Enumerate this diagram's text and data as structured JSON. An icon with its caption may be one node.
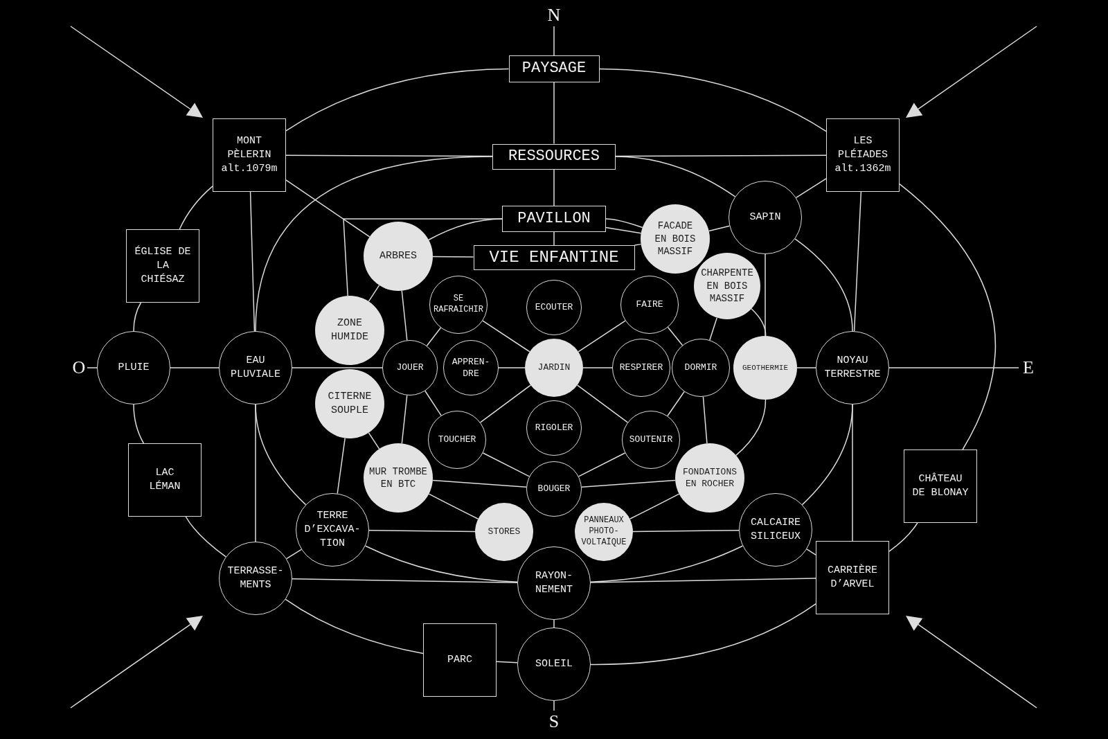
{
  "diagram": {
    "nodes": [
      {
        "text": [
          "PAYSAGE"
        ]
      },
      {
        "text": [
          "MONT PÈLERIN alt.1079m"
        ]
      },
      {
        "text": [
          "RESSOURCES"
        ]
      },
      {
        "text": [
          "LES PLÉIADES alt.1362m"
        ]
      },
      {
        "text": [
          "SAPIN"
        ]
      },
      {
        "text": [
          "PAVILLON"
        ]
      },
      {
        "text": [
          "FACADE EN BOIS MASSIF"
        ]
      },
      {
        "text": [
          "ÉGLISE DE LA CHIÉSAZ"
        ]
      },
      {
        "text": [
          "ARBRES"
        ]
      },
      {
        "text": [
          "VIE ENFANTINE"
        ]
      },
      {
        "text": [
          "CHARPENTE EN BOIS MASSIF"
        ]
      },
      {
        "text": [
          "FAIRE"
        ]
      },
      {
        "text": [
          "SE RAFRAICHIR"
        ]
      },
      {
        "text": [
          "ECOUTER"
        ]
      },
      {
        "text": [
          "ZONE HUMIDE"
        ]
      },
      {
        "text": [
          "PLUIE"
        ]
      },
      {
        "text": [
          "EAU PLUVIALE"
        ]
      },
      {
        "text": [
          "JOUER"
        ]
      },
      {
        "text": [
          "APPREN- DRE"
        ]
      },
      {
        "text": [
          "JARDIN"
        ]
      },
      {
        "text": [
          "RESPIRER"
        ]
      },
      {
        "text": [
          "DORMIR"
        ]
      },
      {
        "text": [
          "GEOTHERMIE"
        ]
      },
      {
        "text": [
          "NOYAU TERRESTRE"
        ]
      },
      {
        "text": [
          "CITERNE SOUPLE"
        ]
      },
      {
        "text": [
          "RIGOLER"
        ]
      },
      {
        "text": [
          "TOUCHER"
        ]
      },
      {
        "text": [
          "SOUTENIR"
        ]
      },
      {
        "text": [
          "MUR TROMBE EN BTC"
        ]
      },
      {
        "text": [
          "BOUGER"
        ]
      },
      {
        "text": [
          "FONDATIONS EN ROCHER"
        ]
      },
      {
        "text": [
          "LAC LÉMAN"
        ]
      },
      {
        "text": [
          "CHÂTEAU DE BLONAY"
        ]
      },
      {
        "text": [
          "TERRE D’EXCAVA- TION"
        ]
      },
      {
        "text": [
          "STORES"
        ]
      },
      {
        "text": [
          "PANNEAUX PHOTO- VOLTAÏQUE"
        ]
      },
      {
        "text": [
          "CALCAIRE SILICEUX"
        ]
      },
      {
        "text": [
          "TERRASSE- MENTS"
        ]
      },
      {
        "text": [
          "RAYON- NEMENT"
        ]
      },
      {
        "text": [
          "CARRIÈRE D’ARVEL"
        ]
      },
      {
        "text": [
          "PARC"
        ]
      },
      {
        "text": [
          "SOLEIL"
        ]
      }
    ],
    "edges": [
      {
        "from": 0,
        "to": 2,
        "arrow": "none"
      },
      {
        "from": 2,
        "to": 5,
        "arrow": "none"
      },
      {
        "from": 5,
        "to": 9,
        "arrow": "none"
      },
      {
        "from": 1,
        "to": 2,
        "arrow": "none"
      },
      {
        "from": 2,
        "to": 3,
        "arrow": "none"
      },
      {
        "from": 1,
        "to": 0,
        "arrow": "none"
      },
      {
        "from": 0,
        "to": 3,
        "arrow": "none"
      },
      {
        "from": 1,
        "to": 8,
        "arrow": "none"
      },
      {
        "from": 5,
        "to": 14,
        "arrow": "none"
      },
      {
        "from": 5,
        "to": 8,
        "arrow": "none"
      },
      {
        "from": 5,
        "to": 6,
        "arrow": "none"
      },
      {
        "from": 5,
        "to": 6,
        "arrow": "none"
      },
      {
        "from": 6,
        "to": 4,
        "arrow": "none"
      },
      {
        "from": 4,
        "to": 3,
        "arrow": "none"
      },
      {
        "from": 9,
        "to": 8,
        "arrow": "none"
      },
      {
        "from": 9,
        "to": 6,
        "arrow": "none"
      },
      {
        "from": 16,
        "to": 2,
        "arrow": "none"
      },
      {
        "from": 2,
        "to": 4,
        "arrow": "none"
      },
      {
        "from": 1,
        "to": 7,
        "arrow": "none"
      },
      {
        "from": 7,
        "to": 15,
        "arrow": "none"
      },
      {
        "from": 15,
        "to": 31,
        "arrow": "none"
      },
      {
        "from": 31,
        "to": 37,
        "arrow": "none"
      },
      {
        "from": 37,
        "to": 40,
        "arrow": "none"
      },
      {
        "from": 40,
        "to": 41,
        "arrow": "none"
      },
      {
        "from": 41,
        "to": 39,
        "arrow": "none"
      },
      {
        "from": 39,
        "to": 32,
        "arrow": "none"
      },
      {
        "from": 32,
        "to": 3,
        "arrow": "none"
      },
      {
        "from": 1,
        "to": 16,
        "arrow": "none"
      },
      {
        "from": 16,
        "to": 37,
        "arrow": "none"
      },
      {
        "from": 3,
        "to": 23,
        "arrow": "none"
      },
      {
        "from": 23,
        "to": 39,
        "arrow": "none"
      },
      {
        "from": 15,
        "to": 16,
        "arrow": "none"
      },
      {
        "from": 16,
        "to": 17,
        "arrow": "none"
      },
      {
        "from": 8,
        "to": 14,
        "arrow": "none"
      },
      {
        "from": 8,
        "to": 17,
        "arrow": "none"
      },
      {
        "from": 12,
        "to": 17,
        "arrow": "none"
      },
      {
        "from": 12,
        "to": 19,
        "arrow": "none"
      },
      {
        "from": 17,
        "to": 28,
        "arrow": "none"
      },
      {
        "from": 17,
        "to": 26,
        "arrow": "none"
      },
      {
        "from": 24,
        "to": 28,
        "arrow": "none"
      },
      {
        "from": 24,
        "to": 33,
        "arrow": "none"
      },
      {
        "from": 18,
        "to": 19,
        "arrow": "none"
      },
      {
        "from": 19,
        "to": 20,
        "arrow": "none"
      },
      {
        "from": 19,
        "to": 11,
        "arrow": "none"
      },
      {
        "from": 19,
        "to": 27,
        "arrow": "none"
      },
      {
        "from": 26,
        "to": 19,
        "arrow": "none"
      },
      {
        "from": 26,
        "to": 29,
        "arrow": "none"
      },
      {
        "from": 28,
        "to": 29,
        "arrow": "none"
      },
      {
        "from": 29,
        "to": 27,
        "arrow": "none"
      },
      {
        "from": 29,
        "to": 30,
        "arrow": "none"
      },
      {
        "from": 28,
        "to": 34,
        "arrow": "none"
      },
      {
        "from": 33,
        "to": 34,
        "arrow": "none"
      },
      {
        "from": 35,
        "to": 36,
        "arrow": "none"
      },
      {
        "from": 35,
        "to": 30,
        "arrow": "none"
      },
      {
        "from": 11,
        "to": 21,
        "arrow": "none"
      },
      {
        "from": 10,
        "to": 21,
        "arrow": "none"
      },
      {
        "from": 10,
        "to": 22,
        "arrow": "none"
      },
      {
        "from": 4,
        "to": 22,
        "arrow": "none"
      },
      {
        "from": 21,
        "to": 27,
        "arrow": "none"
      },
      {
        "from": 21,
        "to": 30,
        "arrow": "none"
      },
      {
        "from": 22,
        "to": 30,
        "arrow": "none"
      },
      {
        "from": 22,
        "to": 23,
        "arrow": "none"
      },
      {
        "from": 4,
        "to": 23,
        "arrow": "none"
      },
      {
        "from": 23,
        "to": 36,
        "arrow": "none"
      },
      {
        "from": 36,
        "to": 39,
        "arrow": "none"
      },
      {
        "from": 36,
        "to": 38,
        "arrow": "none"
      },
      {
        "from": 38,
        "to": 33,
        "arrow": "none"
      },
      {
        "from": 33,
        "to": 16,
        "arrow": "none"
      },
      {
        "from": 33,
        "to": 37,
        "arrow": "none"
      },
      {
        "from": 37,
        "to": 38,
        "arrow": "none"
      },
      {
        "from": 38,
        "to": 39,
        "arrow": "none"
      },
      {
        "from": 38,
        "to": 41,
        "arrow": "none"
      }
    ],
    "labels": [
      "N",
      "O",
      "E",
      "S"
    ]
  }
}
